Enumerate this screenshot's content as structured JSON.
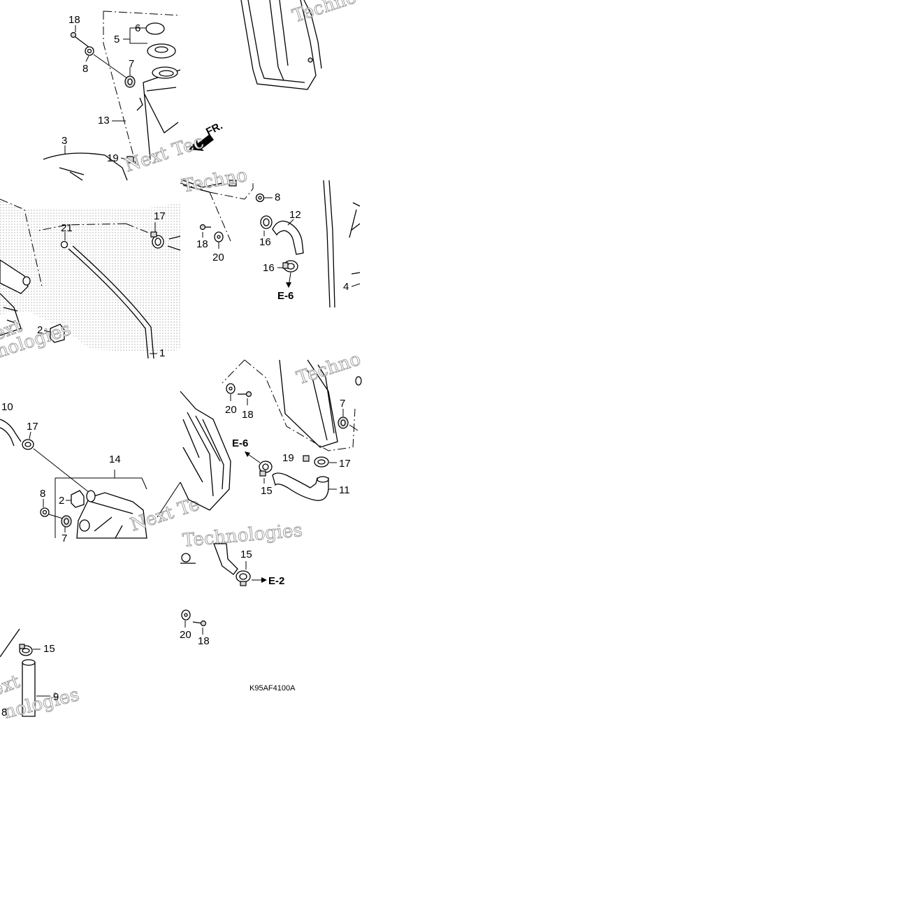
{
  "diagram": {
    "drawing_code": "K95AF4100A",
    "direction_label": "FR.",
    "section_refs": [
      "E-6",
      "E-6",
      "E-2"
    ],
    "watermark_text": "Next Technologies",
    "callouts_top_left": [
      "18",
      "8",
      "6",
      "5",
      "7",
      "13",
      "3",
      "19"
    ],
    "callouts_middle": [
      "21",
      "17",
      "2",
      "1",
      "8",
      "12",
      "18",
      "16",
      "20",
      "16",
      "4"
    ],
    "callouts_lower": [
      "10",
      "17",
      "14",
      "8",
      "2",
      "7",
      "20",
      "18",
      "7",
      "19",
      "17",
      "15",
      "11",
      "15",
      "20",
      "18",
      "15",
      "9",
      "8"
    ],
    "icons": [
      "front-direction-arrow-icon",
      "hose-clamp-icon",
      "bolt-icon",
      "washer-icon",
      "grommet-icon"
    ]
  }
}
